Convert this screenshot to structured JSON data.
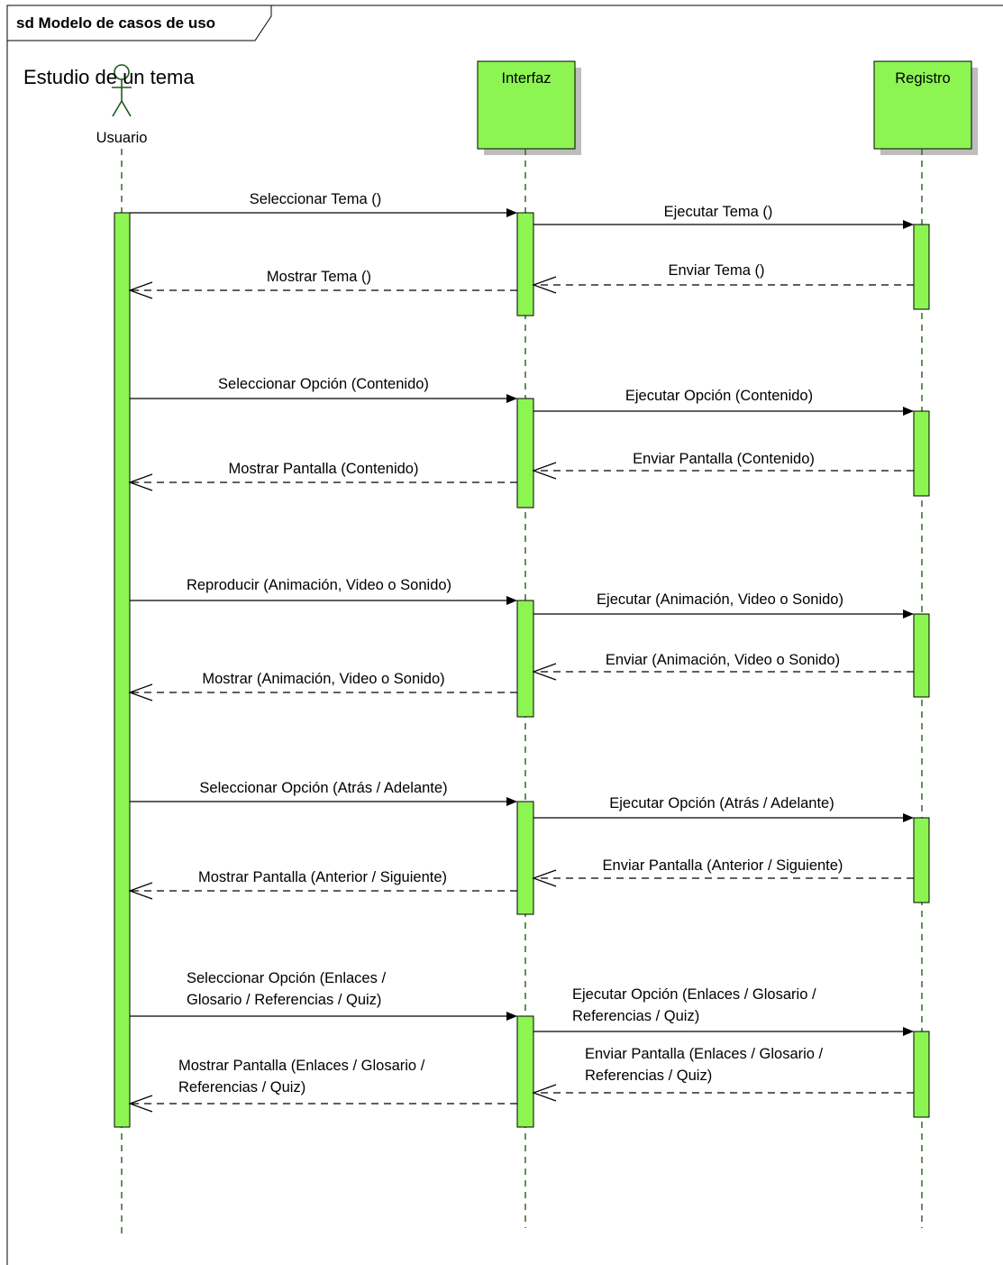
{
  "frame": {
    "title": "sd Modelo de casos de uso"
  },
  "diagram_title": "Estudio de un tema",
  "lifelines": {
    "actor": {
      "name": "Usuario"
    },
    "interfaz": {
      "name": "Interfaz"
    },
    "registro": {
      "name": "Registro"
    }
  },
  "colors": {
    "activation_fill": "#8CF552",
    "header_fill": "#8CF552",
    "lifeline_dash": "#2E6B24",
    "actor_stroke": "#1F5A1A",
    "shadow": "#BDBDBD",
    "line": "#000000"
  },
  "messages": [
    {
      "id": "m1",
      "text": [
        "Seleccionar Tema ()"
      ]
    },
    {
      "id": "m2",
      "text": [
        "Ejecutar Tema ()"
      ]
    },
    {
      "id": "m3",
      "text": [
        "Enviar Tema ()"
      ]
    },
    {
      "id": "m4",
      "text": [
        "Mostrar Tema ()"
      ]
    },
    {
      "id": "m5",
      "text": [
        "Seleccionar Opción (Contenido)"
      ]
    },
    {
      "id": "m6",
      "text": [
        "Ejecutar Opción (Contenido)"
      ]
    },
    {
      "id": "m7",
      "text": [
        "Enviar Pantalla (Contenido)"
      ]
    },
    {
      "id": "m8",
      "text": [
        "Mostrar Pantalla (Contenido)"
      ]
    },
    {
      "id": "m9",
      "text": [
        "Reproducir (Animación, Video o Sonido)"
      ]
    },
    {
      "id": "m10",
      "text": [
        "Ejecutar (Animación, Video o Sonido)"
      ]
    },
    {
      "id": "m11",
      "text": [
        "Enviar (Animación, Video o Sonido)"
      ]
    },
    {
      "id": "m12",
      "text": [
        "Mostrar (Animación, Video o Sonido)"
      ]
    },
    {
      "id": "m13",
      "text": [
        "Seleccionar Opción (Atrás / Adelante)"
      ]
    },
    {
      "id": "m14",
      "text": [
        "Ejecutar Opción (Atrás / Adelante)"
      ]
    },
    {
      "id": "m15",
      "text": [
        "Enviar Pantalla (Anterior / Siguiente)"
      ]
    },
    {
      "id": "m16",
      "text": [
        "Mostrar Pantalla (Anterior / Siguiente)"
      ]
    },
    {
      "id": "m17",
      "text": [
        "Seleccionar Opción (Enlaces /",
        "Glosario / Referencias / Quiz)"
      ]
    },
    {
      "id": "m18",
      "text": [
        "Ejecutar Opción (Enlaces / Glosario /",
        "Referencias / Quiz)"
      ]
    },
    {
      "id": "m19",
      "text": [
        "Enviar Pantalla (Enlaces / Glosario /",
        "Referencias / Quiz)"
      ]
    },
    {
      "id": "m20",
      "text": [
        "Mostrar Pantalla (Enlaces / Glosario /",
        "Referencias / Quiz)"
      ]
    }
  ]
}
